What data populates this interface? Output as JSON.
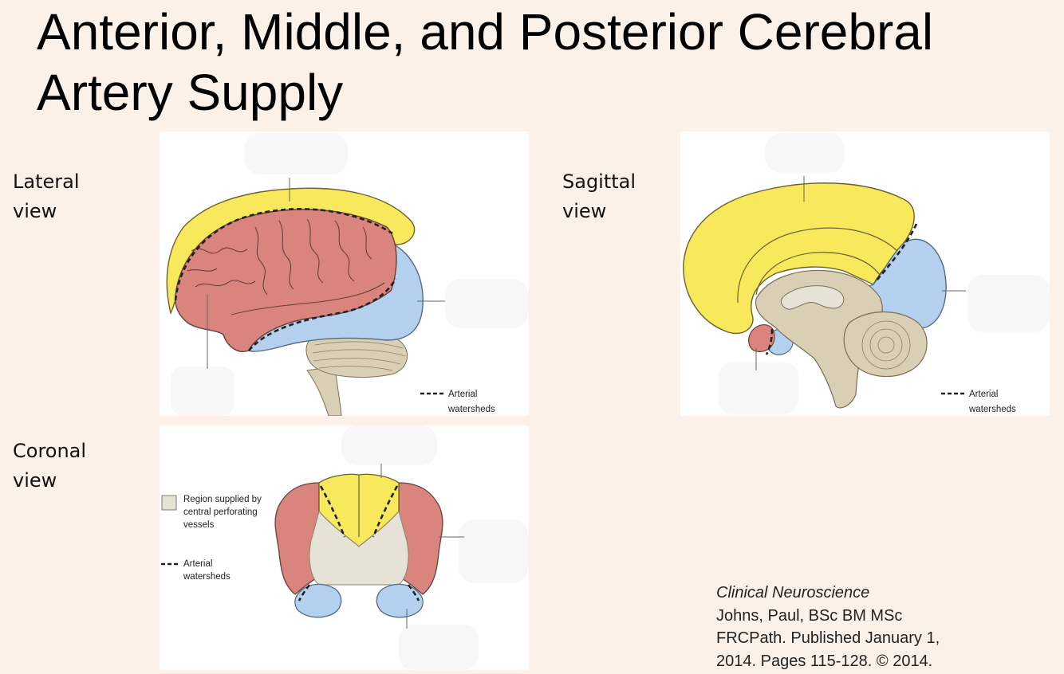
{
  "title": {
    "line1": "Anterior, Middle, and Posterior Cerebral",
    "line2": "Artery Supply"
  },
  "views": {
    "lateral": {
      "line1": "Lateral",
      "line2": "view"
    },
    "sagittal": {
      "line1": "Sagittal",
      "line2": "view"
    },
    "coronal": {
      "line1": "Coronal",
      "line2": "view"
    }
  },
  "legend": {
    "watershed_line1": "Arterial",
    "watershed_line2": "watersheds",
    "central_line1": "Region supplied by",
    "central_line2": "central perforating",
    "central_line3": "vessels"
  },
  "citation": {
    "book": "Clinical Neuroscience",
    "line1": "Johns, Paul, BSc BM MSc",
    "line2": "FRCPath. Published January 1,",
    "line3": "2014. Pages 115-128. © 2014."
  },
  "colors": {
    "background": "#fcf1e9",
    "anterior_cerebral": "#f7e85c",
    "middle_cerebral": "#d9857e",
    "posterior_cerebral": "#b3d1ef",
    "central_perforating": "#e6e3d6",
    "brainstem_cerebellum": "#d9cfb5"
  }
}
